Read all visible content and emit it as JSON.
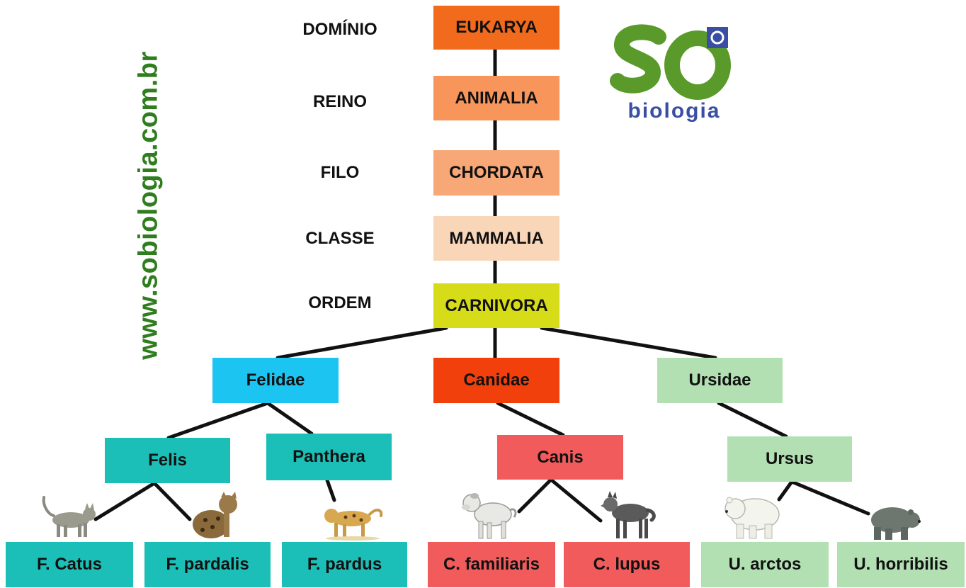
{
  "watermark": "www.sobiologia.com.br",
  "logo": {
    "word": "biologia",
    "mark": "SÓ",
    "green": "#5a9a2a",
    "blue": "#3a4fa3"
  },
  "ranks": [
    "DOMÍNIO",
    "REINO",
    "FILO",
    "CLASSE",
    "ORDEM"
  ],
  "taxa": {
    "dominio": "EUKARYA",
    "reino": "ANIMALIA",
    "filo": "CHORDATA",
    "classe": "MAMMALIA",
    "ordem": "CARNIVORA",
    "familias": [
      "Felidae",
      "Canidae",
      "Ursidae"
    ],
    "generos": [
      "Felis",
      "Panthera",
      "Canis",
      "Ursus"
    ],
    "especies": [
      "F. Catus",
      "F. pardalis",
      "F. pardus",
      "C. familiaris",
      "C. lupus",
      "U. arctos",
      "U. horribilis"
    ]
  },
  "colors": {
    "eukarya": "#f26a1b",
    "animalia": "#f7955a",
    "chordata": "#f8a877",
    "mammalia": "#fad6b8",
    "carnivora": "#d6dc17",
    "felidae": "#1cc4f2",
    "canidae": "#f2400c",
    "ursidae": "#b2e0b2",
    "felid_genus": "#1cbfb7",
    "canis": "#f25b5b",
    "ursus": "#b2e0b2",
    "felid_species": "#1cbfb7",
    "canid_species": "#f25b5b",
    "ursid_species": "#b2e0b2"
  },
  "animals": [
    "domestic-cat-icon",
    "ocelot-icon",
    "leopard-icon",
    "dog-icon",
    "wolf-icon",
    "polar-bear-icon",
    "grizzly-bear-icon"
  ]
}
